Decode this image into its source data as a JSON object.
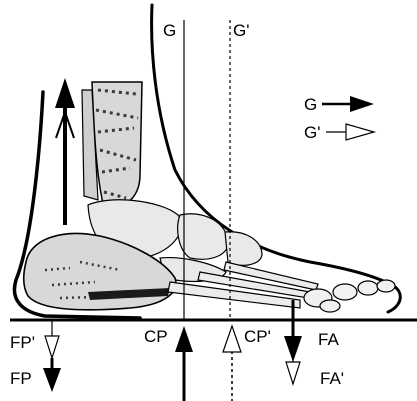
{
  "diagram": {
    "labels": {
      "G_top": "G",
      "Gprime_top": "G'",
      "legend_G": "G",
      "legend_Gprime": "G'",
      "CP": "CP",
      "CPprime": "CP'",
      "FP_prime": "FP'",
      "FP": "FP",
      "FA": "FA",
      "FA_prime": "FA'"
    },
    "colors": {
      "ink": "#000000",
      "background": "#ffffff",
      "bone_fill": "#d8d8d8",
      "bone_dark": "#3a3a3a"
    }
  }
}
